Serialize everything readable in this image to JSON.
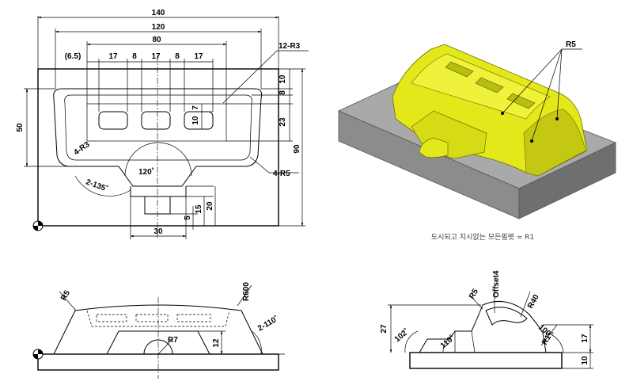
{
  "top_view": {
    "dims": {
      "overall_width": "140",
      "width_120": "120",
      "width_80": "80",
      "pocket_w1": "17",
      "gap1": "8",
      "pocket_w2": "17",
      "gap2": "8",
      "pocket_w3": "17",
      "offset_65": "(6.5)",
      "fillet_12r3": "12-R3",
      "h10": "10",
      "h8": "8",
      "h7": "7",
      "h10b": "10",
      "h23": "23",
      "h50": "50",
      "h90": "90",
      "r_4r3": "4-R3",
      "r_4r5": "4-R5",
      "angle_120": "120˚",
      "angle_2_135": "2-135˚",
      "h5": "5",
      "h15": "15",
      "h20": "20",
      "w30": "30"
    }
  },
  "iso_view": {
    "label_r5": "R5",
    "note": "도시되고 지시없는 모든필렛 = R1",
    "colors": {
      "body": "#e3e81a",
      "body_shade": "#b4b80c",
      "base_top": "#a8a8a8",
      "base_side": "#6e6e6e",
      "base_front": "#8a8a8a"
    }
  },
  "front_view": {
    "label_r5": "R5",
    "label_r600": "R600",
    "label_2_110": "2-110˚",
    "label_r7": "R7",
    "label_12": "12"
  },
  "side_view": {
    "label_r5": "R5",
    "label_offset4": "Offset4",
    "label_r40": "R40",
    "label_27": "27",
    "label_102": "102˚",
    "label_110": "110˚",
    "label_100": "100˚",
    "label_r1": "R1",
    "label_17": "17",
    "label_10": "10"
  }
}
